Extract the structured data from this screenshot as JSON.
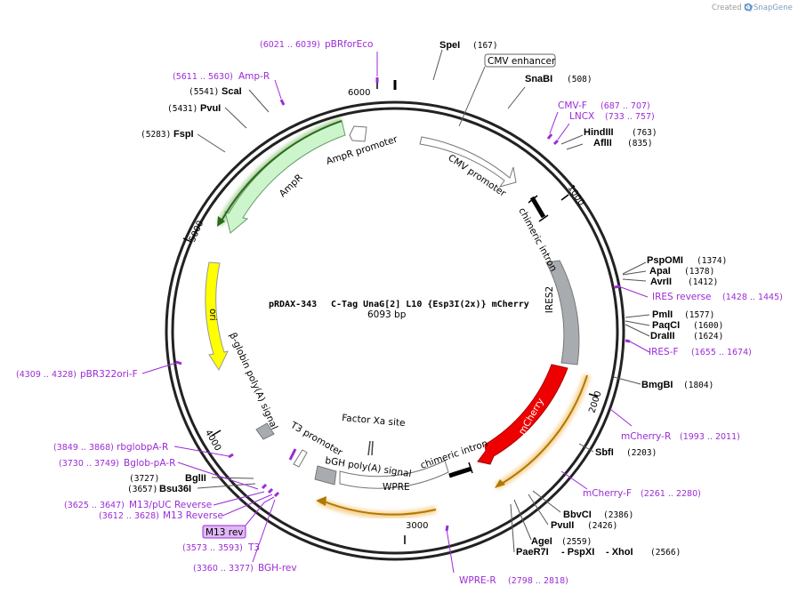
{
  "header": {
    "created_by": "Created by",
    "brand": "SnapGene"
  },
  "plasmid": {
    "name": "pRDAX-343",
    "insert": "C-Tag UnaG[2] L10 {Esp3I(2x)} mCherry",
    "size": "6093 bp"
  },
  "ticks": [
    "1000",
    "2000",
    "3000",
    "4000",
    "5000",
    "6000"
  ],
  "sites": [
    {
      "name": "SpeI",
      "pos": "(167)"
    },
    {
      "name": "SnaBI",
      "pos": "(508)"
    },
    {
      "name": "HindIII",
      "pos": "(763)"
    },
    {
      "name": "AflII",
      "pos": "(835)"
    },
    {
      "name": "PspOMI",
      "pos": "(1374)"
    },
    {
      "name": "ApaI",
      "pos": "(1378)"
    },
    {
      "name": "AvrII",
      "pos": "(1412)"
    },
    {
      "name": "PmlI",
      "pos": "(1577)"
    },
    {
      "name": "PaqCI",
      "pos": "(1600)"
    },
    {
      "name": "DraIII",
      "pos": "(1624)"
    },
    {
      "name": "BmgBI",
      "pos": "(1804)"
    },
    {
      "name": "SbfI",
      "pos": "(2203)"
    },
    {
      "name": "BbvCI",
      "pos": "(2386)"
    },
    {
      "name": "PvuII",
      "pos": "(2426)"
    },
    {
      "name": "AgeI",
      "pos": "(2559)"
    },
    {
      "name": "BglII",
      "pos": "(3727)"
    },
    {
      "name": "Bsu36I",
      "pos": "(3657)"
    },
    {
      "name": "FspI",
      "pos": "(5283)"
    },
    {
      "name": "PvuI",
      "pos": "(5431)"
    },
    {
      "name": "ScaI",
      "pos": "(5541)"
    }
  ],
  "multi_site": {
    "a": "PaeR7I",
    "b": "- PspXI",
    "c": "- XhoI",
    "pos": "(2566)"
  },
  "primers": [
    {
      "name": "pBRforEco",
      "pos": "(6021 .. 6039)"
    },
    {
      "name": "Amp-R",
      "pos": "(5611 .. 5630)"
    },
    {
      "name": "CMV-F",
      "pos": "(687 .. 707)"
    },
    {
      "name": "LNCX",
      "pos": "(733 .. 757)"
    },
    {
      "name": "IRES reverse",
      "pos": "(1428 .. 1445)"
    },
    {
      "name": "IRES-F",
      "pos": "(1655 .. 1674)"
    },
    {
      "name": "mCherry-R",
      "pos": "(1993 .. 2011)"
    },
    {
      "name": "mCherry-F",
      "pos": "(2261 .. 2280)"
    },
    {
      "name": "WPRE-R",
      "pos": "(2798 .. 2818)"
    },
    {
      "name": "pBR322ori-F",
      "pos": "(4309 .. 4328)"
    },
    {
      "name": "rbglobpA-R",
      "pos": "(3849 .. 3868)"
    },
    {
      "name": "Bglob-pA-R",
      "pos": "(3730 .. 3749)"
    },
    {
      "name": "M13/pUC Reverse",
      "pos": "(3625 .. 3647)"
    },
    {
      "name": "M13 Reverse",
      "pos": "(3612 .. 3628)"
    },
    {
      "name": "T3",
      "pos": "(3573 .. 3593)"
    },
    {
      "name": "BGH-rev",
      "pos": "(3360 .. 3377)"
    }
  ],
  "m13rev_box": "M13 rev",
  "features": {
    "cmv_enhancer": "CMV enhancer",
    "cmv_promoter": "CMV promoter",
    "chimeric_intron_1": "chimeric intron",
    "ires2": "IRES2",
    "mcherry": "mCherry",
    "chimeric_intron_2": "chimeric intron",
    "wpre": "WPRE",
    "bgh": "bGH poly(A) signal",
    "factor_xa": "Factor Xa site",
    "t3": "T3 promoter",
    "bglobin": "β-globin poly(A) signal",
    "ori": "ori",
    "ampr": "AmpR",
    "ampr_promoter": "AmpR promoter"
  },
  "colors": {
    "primer": "#9b2bd6",
    "mcherry": "#ee0000",
    "ori": "#ffff00",
    "ampr": "#ccf5cc",
    "ires": "#a8acb0",
    "orange_halo": "#f0b040"
  }
}
